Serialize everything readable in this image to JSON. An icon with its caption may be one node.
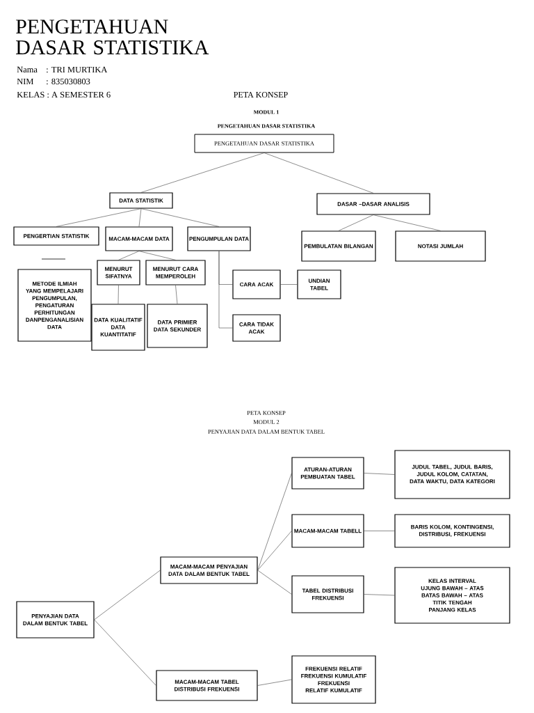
{
  "diagram": {
    "title": "PENGETAHUAN DASAR STATISTIKA",
    "nodes": [
      {
        "text": [
          "PENGETAHUAN DASAR STATISTIKA"
        ]
      },
      {
        "text": [
          "DATA STATISTIK"
        ]
      },
      {
        "text": [
          "DASAR –DASAR ANALISIS"
        ]
      },
      {
        "text": [
          "PENGERTIAN STATISTIK"
        ]
      },
      {
        "text": [
          "MACAM-MACAM DATA"
        ]
      },
      {
        "text": [
          "PENGUMPULAN DATA"
        ]
      },
      {
        "text": [
          "PEMBULATAN BILANGAN"
        ]
      },
      {
        "text": [
          "NOTASI JUMLAH"
        ]
      },
      {
        "text": [
          "METODE ILMIAH YANG MEMPELAJARI PENGUMPULAN, PENGATURAN PERHITUNGAN DANPENGANALISIAN DATA"
        ]
      },
      {
        "text": [
          "MENURUT SIFATNYA"
        ]
      },
      {
        "text": [
          "MENURUT CARA MEMPEROLEH"
        ]
      },
      {
        "text": [
          "CARA ACAK"
        ]
      },
      {
        "text": [
          "UNDIAN TABEL"
        ]
      },
      {
        "text": [
          "DATA KUALITATIF",
          "DATA KUANTITATIF"
        ]
      },
      {
        "text": [
          "DATA PRIMIER",
          "DATA SEKUNDER"
        ]
      },
      {
        "text": [
          "CARA TIDAK ACAK"
        ]
      },
      {
        "text": [
          "PENYAJIAN DATA DALAM BENTUK TABEL"
        ]
      },
      {
        "text": [
          "MACAM-MACAM PENYAJIAN DATA DALAM BENTUK TABEL"
        ]
      },
      {
        "text": [
          "MACAM-MACAM TABEL DISTRIBUSI FREKUENSI"
        ]
      },
      {
        "text": [
          "ATURAN-ATURAN PEMBUATAN TABEL"
        ]
      },
      {
        "text": [
          "JUDUL TABEL, JUDUL BARIS, JUDUL KOLOM, CATATAN, DATA WAKTU, DATA KATEGORI"
        ]
      },
      {
        "text": [
          "MACAM-MACAM TABELL"
        ]
      },
      {
        "text": [
          "BARIS KOLOM, KONTINGENSI, DISTRIBUSI, FREKUENSI"
        ]
      },
      {
        "text": [
          "TABEL DISTRIBUSI FREKUENSI"
        ]
      },
      {
        "text": [
          "KELAS INTERVAL",
          "UJUNG BAWAH – ATAS",
          "BATAS BAWAH – ATAS",
          "TITIK TENGAH",
          "PANJANG KELAS"
        ]
      },
      {
        "text": [
          "FREKUENSI RELATIF",
          "FREKUENSI KUMULATIF",
          "FREKUENSI RELATIF KUMULATIF"
        ]
      }
    ],
    "edges": [
      {
        "from": 0,
        "to": 1,
        "arrow": "none"
      },
      {
        "from": 0,
        "to": 2,
        "arrow": "none"
      },
      {
        "from": 1,
        "to": 3,
        "arrow": "none"
      },
      {
        "from": 1,
        "to": 4,
        "arrow": "none"
      },
      {
        "from": 1,
        "to": 5,
        "arrow": "none"
      },
      {
        "from": 2,
        "to": 6,
        "arrow": "none"
      },
      {
        "from": 2,
        "to": 7,
        "arrow": "none"
      },
      {
        "from": 4,
        "to": 9,
        "arrow": "none"
      },
      {
        "from": 4,
        "to": 10,
        "arrow": "none"
      },
      {
        "from": 9,
        "to": 13,
        "arrow": "none"
      },
      {
        "from": 10,
        "to": 14,
        "arrow": "none"
      },
      {
        "from": 5,
        "to": 11,
        "arrow": "none"
      },
      {
        "from": 5,
        "to": 15,
        "arrow": "none"
      },
      {
        "from": 11,
        "to": 12,
        "arrow": "none"
      },
      {
        "from": 16,
        "to": 17,
        "arrow": "none"
      },
      {
        "from": 16,
        "to": 18,
        "arrow": "none"
      },
      {
        "from": 17,
        "to": 19,
        "arrow": "none"
      },
      {
        "from": 17,
        "to": 21,
        "arrow": "none"
      },
      {
        "from": 17,
        "to": 23,
        "arrow": "none"
      },
      {
        "from": 18,
        "to": 25,
        "arrow": "none"
      },
      {
        "from": 19,
        "to": 20,
        "arrow": "none"
      },
      {
        "from": 21,
        "to": 22,
        "arrow": "none"
      },
      {
        "from": 23,
        "to": 24,
        "arrow": "none"
      }
    ],
    "labels": [
      "Nama",
      ": TRI MURTIKA",
      "NIM",
      ": 835030803",
      "KELAS : A SEMESTER 6",
      "PETA KONSEP",
      "MODUL 1",
      "PENGETAHUAN DASAR STATISTIKA",
      "PETA KONSEP",
      "MODUL 2",
      "PENYAJIAN DATA DALAM BENTUK TABEL"
    ]
  }
}
